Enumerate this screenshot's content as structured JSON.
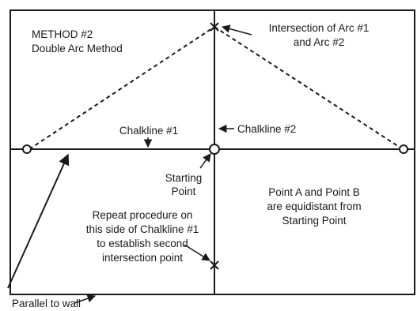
{
  "method_title": "METHOD #2",
  "method_subtitle": "Double Arc Method",
  "intersection_label": [
    "Intersection of Arc #1",
    "and Arc #2"
  ],
  "chalkline1_label": "Chalkline #1",
  "chalkline2_label": "Chalkline #2",
  "starting_point_label": [
    "Starting",
    "Point"
  ],
  "equidistant_label": [
    "Point A and Point B",
    "are equidistant from",
    "Starting Point"
  ],
  "repeat_label": [
    "Repeat procedure on",
    "this side of Chalkline #1",
    "to establish second",
    "intersection point"
  ],
  "parallel_label": "Parallel to wall"
}
